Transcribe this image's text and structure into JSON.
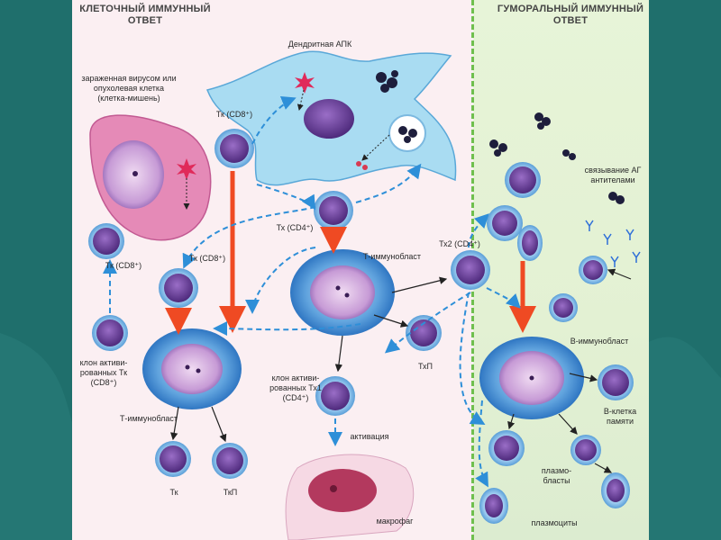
{
  "headers": {
    "cellular": "КЛЕТОЧНЫЙ ИММУННЫЙ ОТВЕТ",
    "humoral": "ГУМОРАЛЬНЫЙ ИММУННЫЙ ОТВЕТ"
  },
  "labels": {
    "dendritic": "Дендритная АПК",
    "target_cell": "зараженная вирусом или опухолевая клетка (клетка-мишень)",
    "tk_cd8_top": "Тк (CD8⁺)",
    "tk_cd8_mid": "Тк (CD8⁺)",
    "tk_cd8_left": "Тк (CD8⁺)",
    "tx_cd4": "Тх (CD4⁺)",
    "t_immunoblast_center": "Т-иммунобласт",
    "tx2_cd4": "Тх2 (CD4⁺)",
    "clone_left": "клон активи-рованных Тк (CD8⁺)",
    "t_immunoblast_left": "Т-иммунобласт",
    "clone_center": "клон активи-рованных Тх1 (CD4⁺)",
    "txp_center": "ТхП",
    "activation": "активация",
    "macrophage": "макрофаг",
    "tk_bottom": "Тк",
    "tkp_bottom": "ТкП",
    "ag_binding": "связывание АГ антителами",
    "b_immunoblast": "В-иммунобласт",
    "b_memory": "В-клетка памяти",
    "plasmoblasts": "плазмо-бласты",
    "plasmocytes": "плазмоциты"
  },
  "colors": {
    "background": "#1f6f6c",
    "cellular_panel": "#fbeff2",
    "humoral_panel": "#e3f1d3",
    "cell_nucleus": "#6a3f99",
    "cell_cytoplasm": "#a9d3f0",
    "arrow_red": "#ef4a23",
    "arrow_blue": "#2e8fd8",
    "target_cell": "#e58ab7",
    "dendritic_cell": "#a9dcf2"
  }
}
